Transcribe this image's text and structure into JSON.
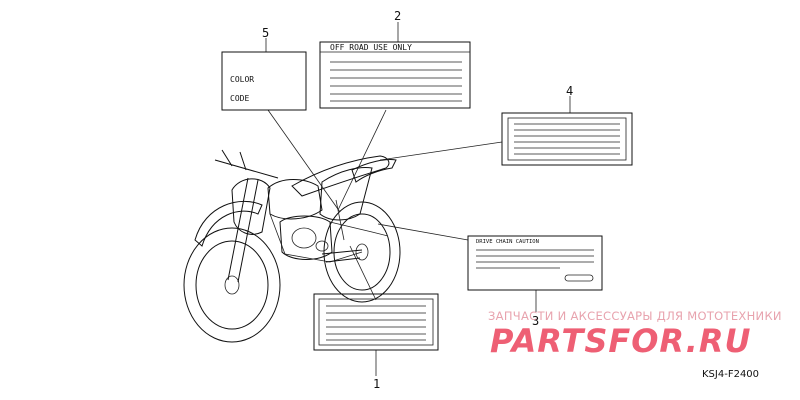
{
  "callouts": {
    "label_1": "1",
    "label_2": "2",
    "label_3": "3",
    "label_4": "4",
    "label_5": "5"
  },
  "labels": {
    "color_label_line1": "COLOR",
    "color_label_line2": "CODE",
    "off_road_title": "OFF ROAD USE ONLY",
    "drive_chain_title": "DRIVE CHAIN CAUTION"
  },
  "diagram_code": "KSJ4-F2400",
  "watermark": {
    "tagline": "ЗАПЧАСТИ И АКСЕССУАРЫ ДЛЯ МОТОТЕХНИКИ",
    "brand": "PARTSFOR.RU",
    "color": "#ee5f74"
  }
}
